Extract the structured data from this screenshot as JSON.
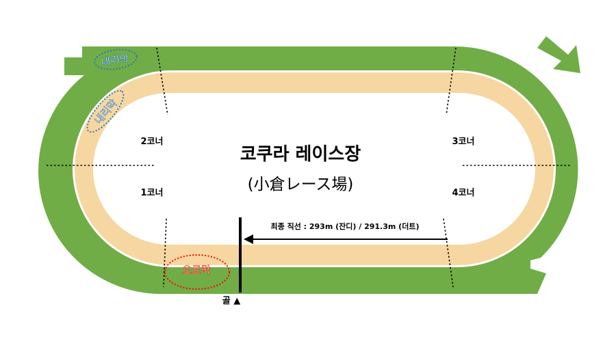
{
  "map": {
    "title": "코쿠라 레이스장",
    "subtitle": "(小倉レース場)",
    "corners": {
      "c1": "1코너",
      "c2": "2코너",
      "c3": "3코너",
      "c4": "4코너"
    },
    "straight_note": "최종 직선 : 293m (잔디) / 291.3m (더트)",
    "goal_label": "골 ▲",
    "slopes": {
      "down_top": "내리막",
      "down_left": "내리막",
      "up": "오르막"
    },
    "colors": {
      "turf": "#70ad47",
      "dirt": "#f6d7a1",
      "rail": "#ffffff",
      "downhill": "#2e75b6",
      "uphill": "#ff0000",
      "line": "#000000"
    }
  }
}
